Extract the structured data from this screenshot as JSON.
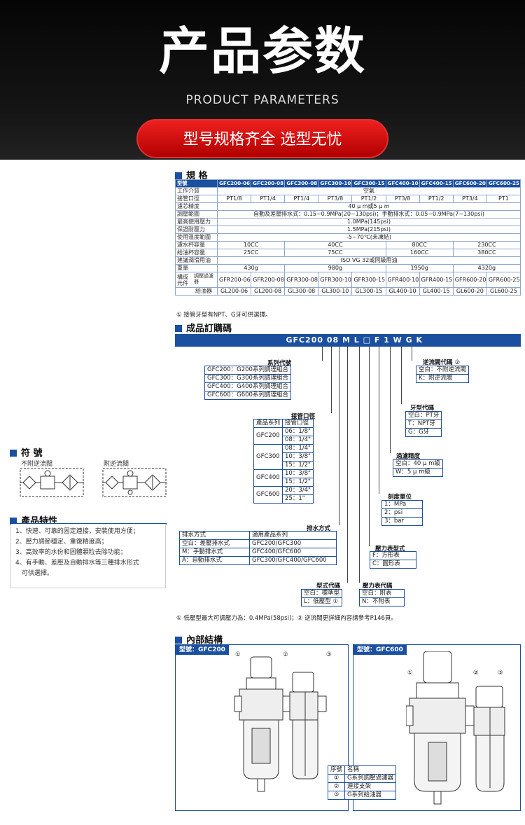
{
  "banner": {
    "title": "产品参数",
    "subtitle": "PRODUCT PARAMETERS",
    "slogan": "型号规格齐全 选型无忧"
  },
  "spec": {
    "heading": "規 格",
    "model_label": "型號",
    "models": [
      "GFC200-06",
      "GFC200-08",
      "GFC300-08",
      "GFC300-10",
      "GFC300-15",
      "GFC400-10",
      "GFC400-15",
      "GFC600-20",
      "GFC600-25"
    ],
    "rows": {
      "medium": {
        "label": "工作介質",
        "value": "空氣"
      },
      "port": {
        "label": "接管口徑",
        "values": [
          "PT1/8",
          "PT1/4",
          "PT1/4",
          "PT3/8",
          "PT1/2",
          "PT3/8",
          "PT1/2",
          "PT3/4",
          "PT1"
        ]
      },
      "filter": {
        "label": "濾芯精度",
        "value": "40 μ m或5 μ m"
      },
      "drain": {
        "label": "調壓範圍",
        "value": "自動及差壓排水式：0.15~0.9MPa(20~130psi)；手動排水式：0.05~0.9MPa(7~130psi)"
      },
      "maxp": {
        "label": "最高使用壓力",
        "value": "1.0MPa(145psi)"
      },
      "proof": {
        "label": "保證耐壓力",
        "value": "1.5MPa(215psi)"
      },
      "temp": {
        "label": "使用溫度範圍",
        "value": "-5~70℃(未凍結)"
      },
      "bowl": {
        "label": "濾水杯容量",
        "values": [
          "10CC",
          "40CC",
          "80CC",
          "230CC"
        ]
      },
      "oil": {
        "label": "給油杯容量",
        "values": [
          "25CC",
          "75CC",
          "160CC",
          "380CC"
        ]
      },
      "lube": {
        "label": "建議潤滑用油",
        "value": "ISO VG 32或同級用油"
      },
      "weight": {
        "label": "重量",
        "values": [
          "430g",
          "980g",
          "1950g",
          "4320g"
        ]
      },
      "comp_label": "構成元件",
      "comp_a_label": "調壓過濾器",
      "comp_a": [
        "GFR200-06",
        "GFR200-08",
        "GFR300-08",
        "GFR300-10",
        "GFR300-15",
        "GFR400-10",
        "GFR400-15",
        "GFR600-20",
        "GFR600-25"
      ],
      "comp_b_label": "給油器",
      "comp_b": [
        "GL200-06",
        "GL200-08",
        "GL300-08",
        "GL300-10",
        "GL300-15",
        "GL400-10",
        "GL400-15",
        "GL600-20",
        "GL600-25"
      ]
    },
    "note": "① 接管牙型有NPT、G牙可供選擇。"
  },
  "order": {
    "heading": "成品訂購碼",
    "code": "GFC200 08 M L □ F 1 W G K",
    "series": {
      "title": "系列代號",
      "rows": [
        "GFC200：G200系列調理組合",
        "GFC300：G300系列調理組合",
        "GFC400：G400系列調理組合",
        "GFC600：G600系列調理組合"
      ]
    },
    "port": {
      "title": "接管口徑",
      "h1": "產品系列",
      "h2": "接管口徑",
      "groups": [
        {
          "name": "GFC200",
          "items": [
            "06：1/8\"",
            "08：1/4\""
          ]
        },
        {
          "name": "GFC300",
          "items": [
            "08：1/4\"",
            "10：3/8\"",
            "15：1/2\""
          ]
        },
        {
          "name": "GFC400",
          "items": [
            "10：3/8\"",
            "15：1/2\""
          ]
        },
        {
          "name": "GFC600",
          "items": [
            "20：3/4\"",
            "25：1\""
          ]
        }
      ]
    },
    "drain": {
      "title": "排水方式",
      "h1": "排水方式",
      "h2": "適用產品系列",
      "rows": [
        [
          "空白：差壓排水式",
          "GFC200/GFC300"
        ],
        [
          "M：手動排水式",
          "GFC400/GFC600"
        ],
        [
          "A：自動排水式",
          "GFC300/GFC400/GFC600"
        ]
      ]
    },
    "type": {
      "title": "型式代碼",
      "rows": [
        "空白：標準型",
        "L：低壓型 ①"
      ]
    },
    "gauge": {
      "title": "壓力表代碼",
      "rows": [
        "空白：附表",
        "N：不附表"
      ]
    },
    "gtype": {
      "title": "壓力表型式",
      "rows": [
        "F：方形表",
        "C：圓形表"
      ]
    },
    "unit": {
      "title": "刻度單位",
      "rows": [
        "1：MPa",
        "2：psi",
        "3：bar"
      ]
    },
    "filt": {
      "title": "過濾精度",
      "rows": [
        "空白：40 μ m級",
        "W：5 μ m級"
      ]
    },
    "thread": {
      "title": "牙型代碼",
      "rows": [
        "空白：PT牙",
        "T：NPT牙",
        "G：G牙"
      ]
    },
    "check": {
      "title": "逆流閥代碼",
      "mark": "②",
      "rows": [
        "空白：不附逆流閥",
        "K：附逆流閥"
      ]
    },
    "note": "① 低壓型最大可調壓力為：0.4MPa(58psi)；② 逆流閥更詳細內容請參考P146頁。"
  },
  "symbol": {
    "heading": "符 號",
    "left": "不附逆流閥",
    "right": "附逆流閥"
  },
  "features": {
    "heading": "產品特性",
    "items": [
      "1、快速、可靠的固定連接，安裝使用方便；",
      "2、壓力調節穩定、重復精度高；",
      "3、高效率的水份和固體顆粒去除功能；",
      "4、有手動、差壓及自動排水等三種排水形式",
      "　可供選擇。"
    ]
  },
  "internal": {
    "heading": "內部結構",
    "left_model": "型號：GFC200",
    "right_model": "型號：GFC600",
    "marks": [
      "①",
      "②",
      "③"
    ],
    "legend_h1": "序號",
    "legend_h2": "名稱",
    "legend": [
      [
        "①",
        "G系列調壓過濾器"
      ],
      [
        "②",
        "連接支架"
      ],
      [
        "③",
        "G系列給油器"
      ]
    ]
  }
}
